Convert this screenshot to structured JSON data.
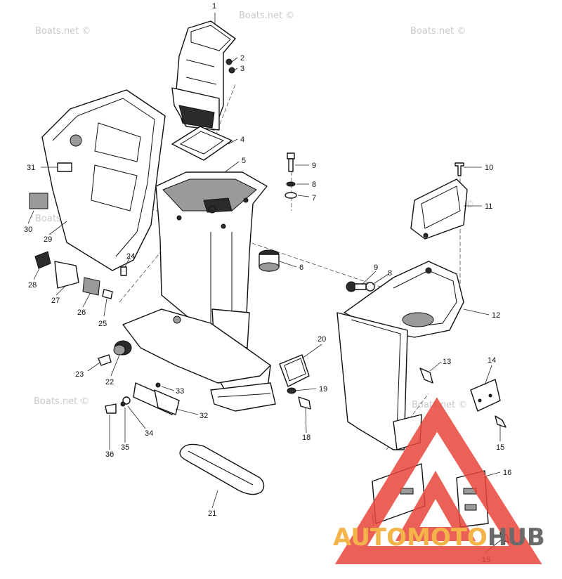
{
  "diagram": {
    "callouts": [
      {
        "id": "c1",
        "label": "1"
      },
      {
        "id": "c2",
        "label": "2"
      },
      {
        "id": "c3",
        "label": "3"
      },
      {
        "id": "c4",
        "label": "4"
      },
      {
        "id": "c5",
        "label": "5"
      },
      {
        "id": "c6",
        "label": "6"
      },
      {
        "id": "c7",
        "label": "7"
      },
      {
        "id": "c8a",
        "label": "8"
      },
      {
        "id": "c9a",
        "label": "9"
      },
      {
        "id": "c10",
        "label": "10"
      },
      {
        "id": "c11",
        "label": "11"
      },
      {
        "id": "c12",
        "label": "12"
      },
      {
        "id": "c13",
        "label": "13"
      },
      {
        "id": "c14",
        "label": "14"
      },
      {
        "id": "c15a",
        "label": "15"
      },
      {
        "id": "c16",
        "label": "16"
      },
      {
        "id": "c15b",
        "label": "15"
      },
      {
        "id": "c17",
        "label": "17"
      },
      {
        "id": "c18",
        "label": "18"
      },
      {
        "id": "c19",
        "label": "19"
      },
      {
        "id": "c20",
        "label": "20"
      },
      {
        "id": "c21",
        "label": "21"
      },
      {
        "id": "c22",
        "label": "22"
      },
      {
        "id": "c23",
        "label": "23"
      },
      {
        "id": "c24",
        "label": "24"
      },
      {
        "id": "c25",
        "label": "25"
      },
      {
        "id": "c26",
        "label": "26"
      },
      {
        "id": "c27",
        "label": "27"
      },
      {
        "id": "c28",
        "label": "28"
      },
      {
        "id": "c29",
        "label": "29"
      },
      {
        "id": "c30",
        "label": "30"
      },
      {
        "id": "c31",
        "label": "31"
      },
      {
        "id": "c32",
        "label": "32"
      },
      {
        "id": "c33",
        "label": "33"
      },
      {
        "id": "c34",
        "label": "34"
      },
      {
        "id": "c35",
        "label": "35"
      },
      {
        "id": "c36",
        "label": "36"
      },
      {
        "id": "c9b",
        "label": "9"
      },
      {
        "id": "c8b",
        "label": "8"
      }
    ],
    "watermark": "Boats.net ©",
    "brand": {
      "part1": "AUTO",
      "part2": "MOTO",
      "part3": "HUB",
      "logo_color": "#e8463c",
      "accent_color": "#f3b44a",
      "gray_color": "#6a6a6a"
    }
  }
}
